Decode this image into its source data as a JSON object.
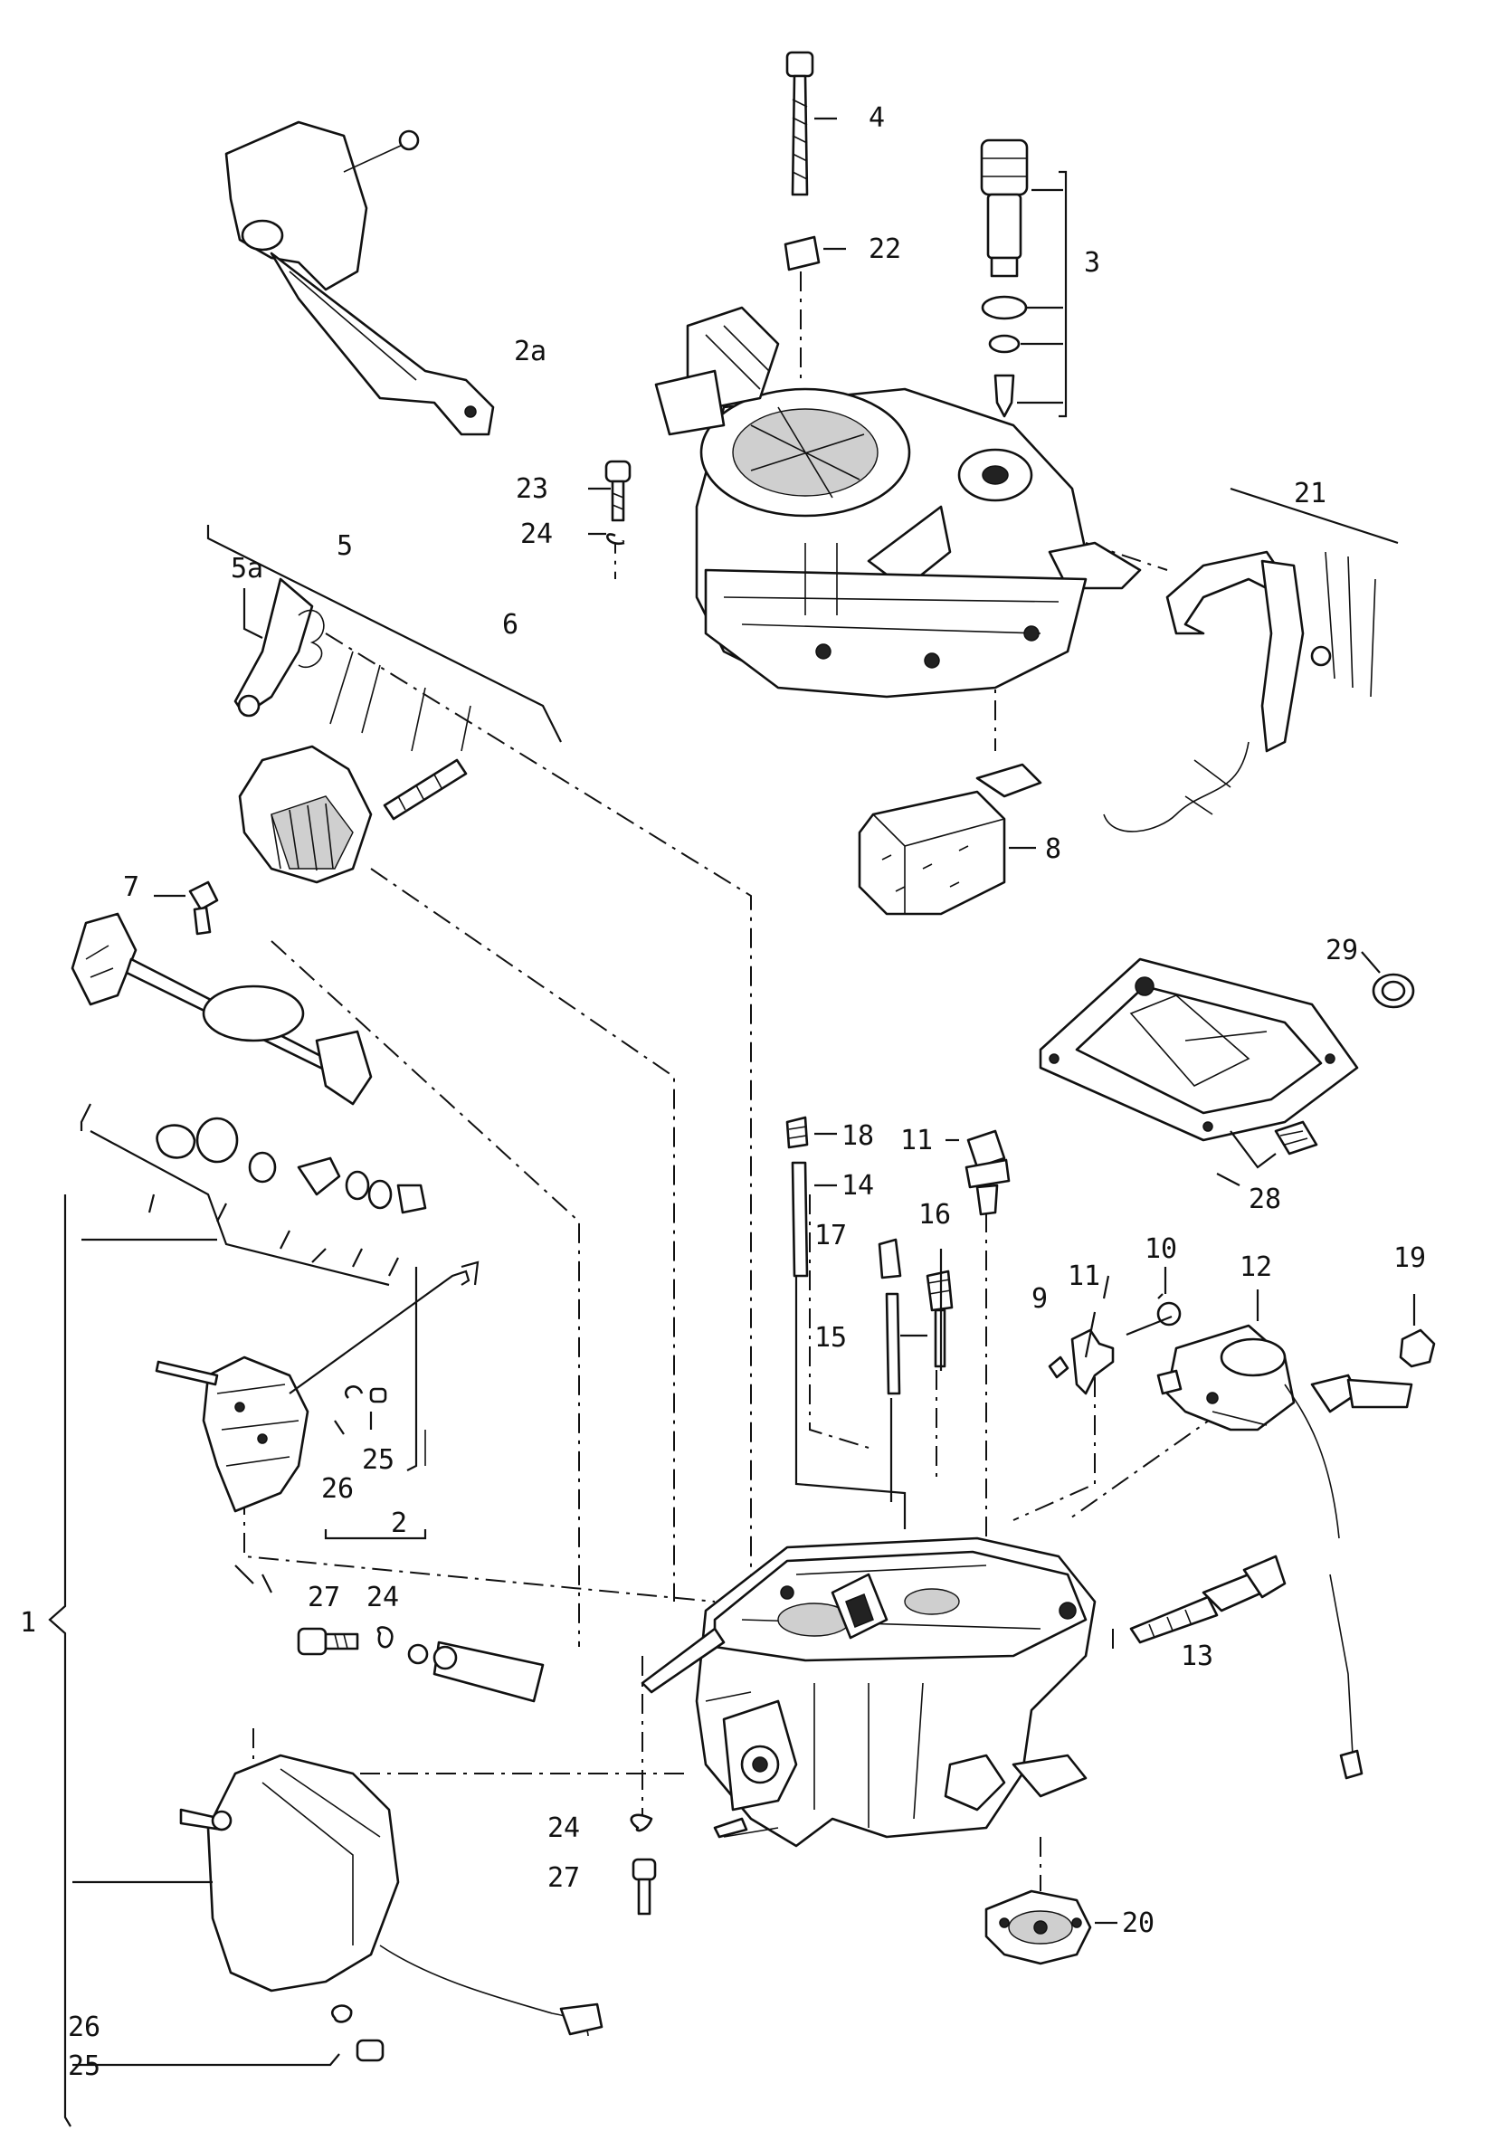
{
  "labels": {
    "p1": "1",
    "p2": "2",
    "p2a": "2a",
    "p3": "3",
    "p4": "4",
    "p5": "5",
    "p5a": "5a",
    "p6": "6",
    "p7": "7",
    "p8": "8",
    "p9": "9",
    "p10": "10",
    "p11a": "11",
    "p11b": "11",
    "p12": "12",
    "p13": "13",
    "p14": "14",
    "p15": "15",
    "p16": "16",
    "p17": "17",
    "p18": "18",
    "p19": "19",
    "p20": "20",
    "p21": "21",
    "p22": "22",
    "p23": "23",
    "p24a": "24",
    "p24b": "24",
    "p24c": "24",
    "p25a": "25",
    "p25b": "25",
    "p26a": "26",
    "p26b": "26",
    "p27a": "27",
    "p27b": "27",
    "p28": "28",
    "p29": "29"
  }
}
